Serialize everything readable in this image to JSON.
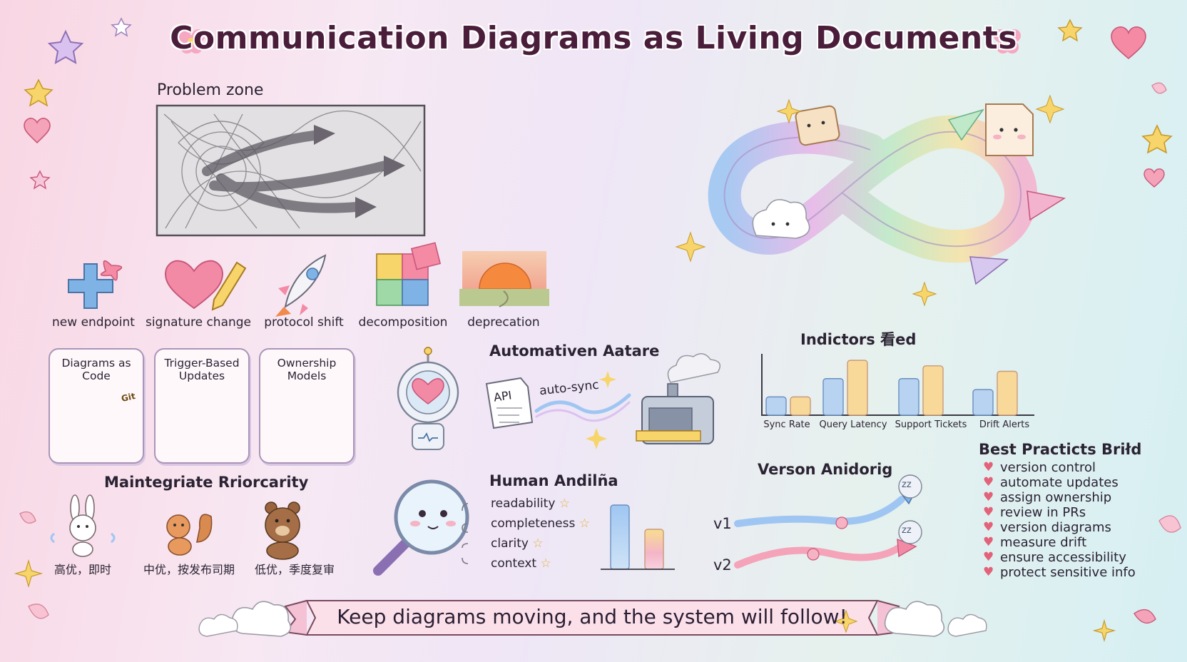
{
  "title": "Communication Diagrams as Living Documents",
  "problem_zone": {
    "label": "Problem zone"
  },
  "triggers": [
    {
      "label": "new endpoint",
      "icon": "plus-bow-icon"
    },
    {
      "label": "signature change",
      "icon": "heart-pencil-icon"
    },
    {
      "label": "protocol shift",
      "icon": "rocket-icon"
    },
    {
      "label": "decomposition",
      "icon": "puzzle-icon"
    },
    {
      "label": "deprecation",
      "icon": "sunset-icon"
    }
  ],
  "practices": [
    {
      "title": "Diagrams as Code",
      "icon": "cat-git-icon",
      "tag": "Git"
    },
    {
      "title": "Trigger-Based Updates",
      "icon": "alarm-clock-icon"
    },
    {
      "title": "Ownership Models",
      "icon": "people-icon"
    }
  ],
  "priority": {
    "heading": "Maintegriate Rriorcarity",
    "items": [
      {
        "label": "高优，即时",
        "icon": "bunny-icon"
      },
      {
        "label": "中优，按发布司期",
        "icon": "squirrel-icon"
      },
      {
        "label": "低优，季度复审",
        "icon": "bear-icon"
      }
    ]
  },
  "automation": {
    "heading": "Automativen Aatare",
    "doc_label": "API",
    "sync_label": "auto-sync"
  },
  "human_review": {
    "heading": "Human Andilña",
    "criteria": [
      "readability",
      "completeness",
      "clarity",
      "context"
    ]
  },
  "indicators": {
    "heading": "Indictors 看ed",
    "chart_data": {
      "type": "bar",
      "categories": [
        "Sync Rate",
        "Query Latency",
        "Support Tickets",
        "Drift Alerts"
      ],
      "series": [
        {
          "values": [
            1,
            2,
            2,
            1.4
          ]
        },
        {
          "values": [
            1,
            3,
            2.7,
            2.4
          ]
        }
      ]
    }
  },
  "versioning": {
    "heading": "Verson Anidorig",
    "versions": [
      "v1",
      "v2"
    ]
  },
  "best_practices": {
    "heading": "Best Practicts Briłd",
    "items": [
      "version control",
      "automate updates",
      "assign ownership",
      "review in PRs",
      "version diagrams",
      "measure drift",
      "ensure accessibility",
      "protect sensitive info"
    ]
  },
  "footer": {
    "banner": "Keep diagrams moving, and the system will follow!"
  },
  "colors": {
    "title": "#4a1d3a",
    "heart": "#e2627a",
    "accent_blue": "#7fb2e5",
    "accent_pink": "#f2a6c4"
  }
}
